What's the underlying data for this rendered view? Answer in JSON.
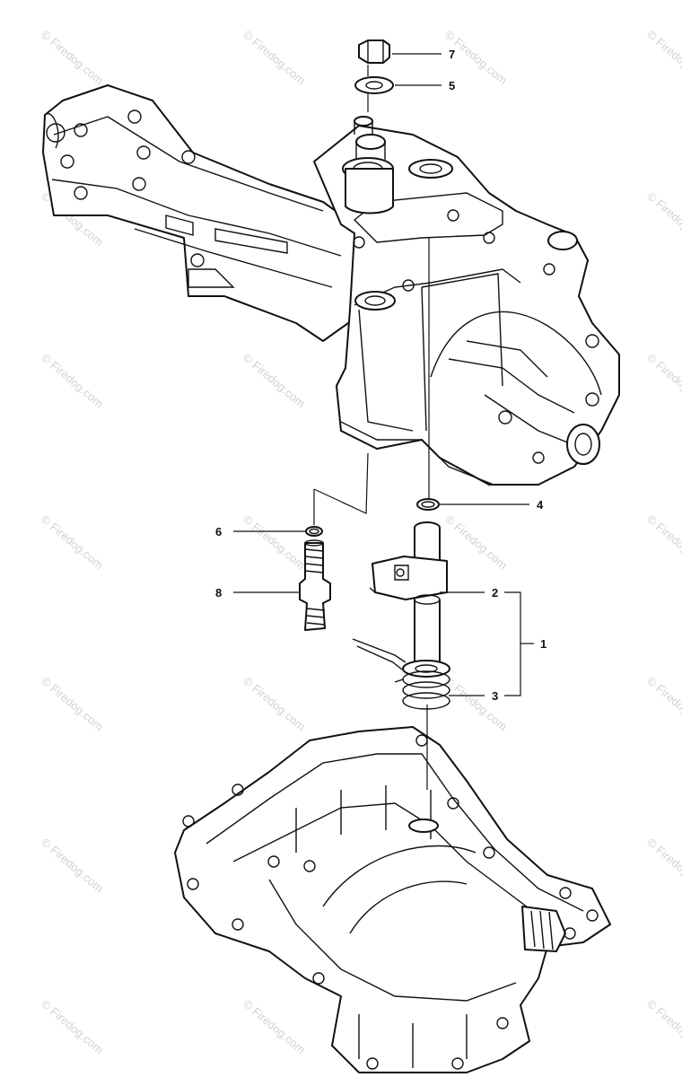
{
  "watermark": {
    "text": "© Firedog.com"
  },
  "callouts": {
    "p7": "7",
    "p5": "5",
    "p4": "4",
    "p6": "6",
    "p8": "8",
    "p2": "2",
    "p1": "1",
    "p3": "3"
  }
}
